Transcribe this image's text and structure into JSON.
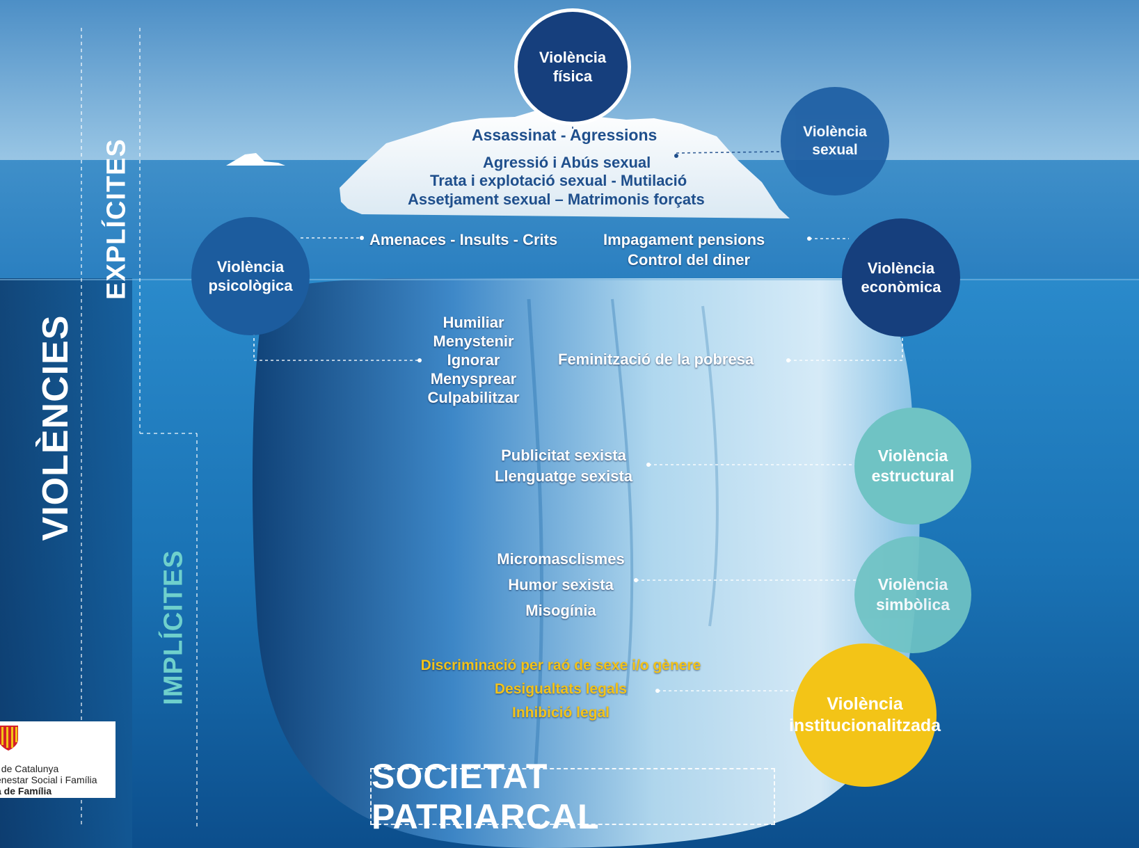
{
  "main_title": "VIOLÈNCIES",
  "explicit_label": "EXPLÍCITES",
  "implicit_label": "IMPLÍCITES",
  "footer_title": "SOCIETAT PATRIARCAL",
  "circles": {
    "fisica": [
      "Violència",
      "física"
    ],
    "sexual": [
      "Violència",
      "sexual"
    ],
    "psicologica": [
      "Violència",
      "psicològica"
    ],
    "economica": [
      "Violència",
      "econòmica"
    ],
    "estructural": [
      "Violència",
      "estructural"
    ],
    "simbolica": [
      "Violència",
      "simbòlica"
    ],
    "institucional": [
      "Violència",
      "institucionalitzada"
    ]
  },
  "tip_texts": {
    "line1": "Assassinat - Agressions",
    "line2": "Agressió i Abús sexual",
    "line3": "Trata i explotació sexual - Mutilació",
    "line4": "Assetjament sexual – Matrimonis forçats"
  },
  "waterline_texts": {
    "psych": "Amenaces - Insults - Crits",
    "econ1": "Impagament pensions",
    "econ2": "Control del diner"
  },
  "psych_list": [
    "Humiliar",
    "Menystenir",
    "Ignorar",
    "Menysprear",
    "Culpabilitzar"
  ],
  "econ_hidden": "Feminització de la pobresa",
  "structural_list": [
    "Publicitat sexista",
    "Llenguatge sexista"
  ],
  "symbolic_list": [
    "Micromasclismes",
    "Humor sexista",
    "Misogínia"
  ],
  "institutional_list": [
    "Discriminació per raó de sexe i/o gènere",
    "Desigualtats legals",
    "Inhibició legal"
  ],
  "logo": {
    "line1": "t de Catalunya",
    "line2": "enestar Social i Família",
    "line3": "a de Família"
  },
  "colors": {
    "sky": "#6aa2cf",
    "sea": "#1b79b8",
    "deep": "#0b4f8a",
    "navy_circle": "#163f7d",
    "mid_circle": "#1c5c9e",
    "teal_circle": "#6fc3c4",
    "yellow_circle": "#f3c417"
  }
}
